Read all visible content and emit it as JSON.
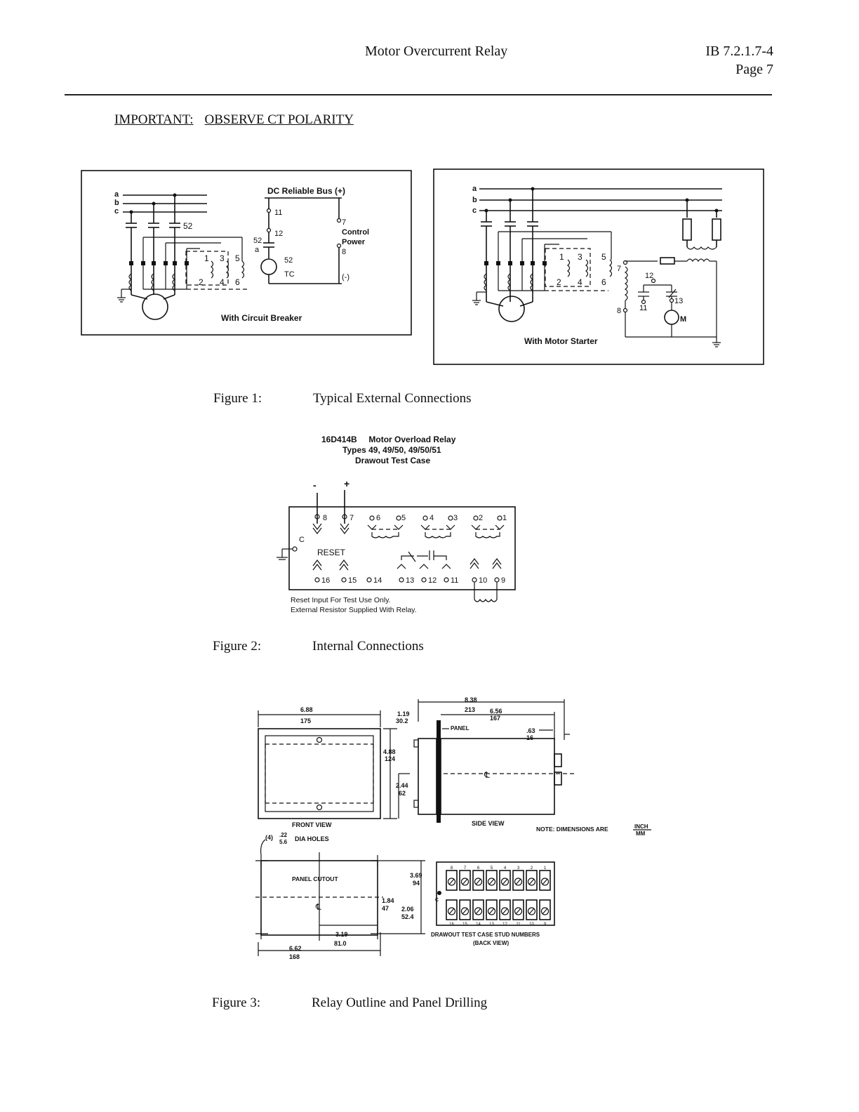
{
  "header": {
    "title": "Motor Overcurrent Relay",
    "doc_id": "IB 7.2.1.7-4",
    "page": "Page 7"
  },
  "important": {
    "label": "IMPORTANT:",
    "text": "OBSERVE CT POLARITY"
  },
  "figure1": {
    "caption_label": "Figure 1:",
    "caption_text": "Typical External Connections",
    "left": {
      "phases": [
        "a",
        "b",
        "c"
      ],
      "breaker_label": "52",
      "bus_label": "DC Reliable Bus (+)",
      "terminals": [
        "1",
        "2",
        "3",
        "4",
        "5",
        "6",
        "7",
        "8",
        "11",
        "12"
      ],
      "contact_label": "52",
      "contact_sub": "a",
      "coil_label": "52",
      "coil_sub": "TC",
      "control_label": "Control",
      "power_label": "Power",
      "neg_label": "(-)",
      "title": "With Circuit Breaker"
    },
    "right": {
      "phases": [
        "a",
        "b",
        "c"
      ],
      "terminals": [
        "1",
        "2",
        "3",
        "4",
        "5",
        "6",
        "7",
        "8",
        "11",
        "12",
        "13"
      ],
      "motor_label": "M",
      "title": "With Motor Starter"
    }
  },
  "figure2": {
    "caption_label": "Figure 2:",
    "caption_text": "Internal Connections",
    "title_line1": "16D414B     Motor Overload Relay",
    "title_line2": "Types 49, 49/50, 49/50/51",
    "title_line3": "Drawout Test Case",
    "minus": "-",
    "plus": "+",
    "case_label": "C",
    "reset_label": "RESET",
    "top_terminals": [
      "8",
      "7",
      "6",
      "5",
      "4",
      "3",
      "2",
      "1"
    ],
    "bottom_terminals": [
      "16",
      "15",
      "14",
      "13",
      "12",
      "11",
      "10",
      "9"
    ],
    "note_line1": "Reset Input For Test Use Only.",
    "note_line2": "External Resistor Supplied With Relay."
  },
  "figure3": {
    "caption_label": "Figure 3:",
    "caption_text": "Relay Outline and Panel Drilling",
    "front_width_in": "6.88",
    "front_width_mm": "175",
    "panel_gap_in": "1.19",
    "panel_gap_mm": "30.2",
    "height_in": "4.88",
    "height_mm": "124",
    "half_height_in": "2.44",
    "half_height_mm": "62",
    "total_depth_in": "8.38",
    "total_depth_mm": "213",
    "case_depth_in": "6.56",
    "case_depth_mm": "167",
    "rear_in": ".63",
    "rear_mm": "16",
    "panel_label": "PANEL",
    "centerline": "℄",
    "front_view": "FRONT VIEW",
    "side_view": "SIDE VIEW",
    "note": "NOTE: DIMENSIONS ARE",
    "note_num": "INCH",
    "note_den": "MM",
    "holes_label": "(4)",
    "holes_in": ".22",
    "holes_mm": "5.6",
    "holes_text": "DIA HOLES",
    "cutout_label": "PANEL CUTOUT",
    "cut_h_in": "3.69",
    "cut_h_mm": "94",
    "cut_half_in": "1.84",
    "cut_half_mm": "47",
    "cut_q_in": "2.06",
    "cut_q_mm": "52.4",
    "cut_w_half_in": "3.19",
    "cut_w_half_mm": "81.0",
    "cut_w_in": "6.62",
    "cut_w_mm": "168",
    "stud_top": [
      "8",
      "7",
      "6",
      "5",
      "4",
      "3",
      "2",
      "1"
    ],
    "stud_bottom": [
      "16",
      "15",
      "14",
      "13",
      "12",
      "11",
      "10",
      "9"
    ],
    "stud_label": "DRAWOUT TEST CASE STUD NUMBERS",
    "stud_sub": "(BACK VIEW)",
    "stud_c": "C"
  }
}
